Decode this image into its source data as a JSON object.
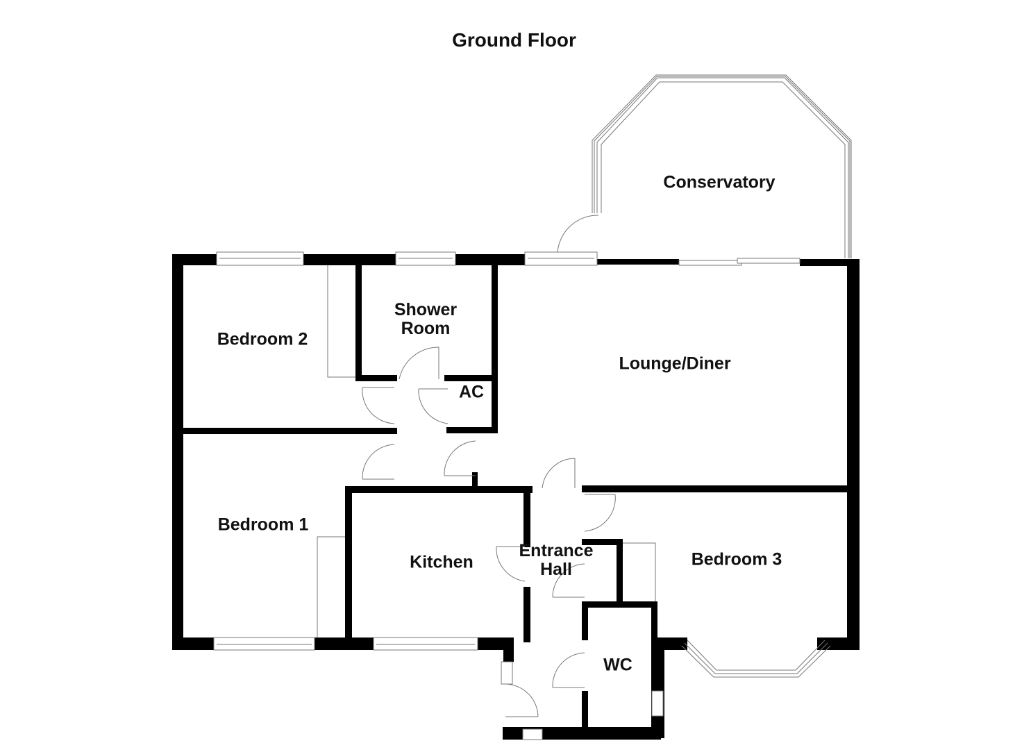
{
  "title": "Ground Floor",
  "rooms": {
    "conservatory": {
      "line1": "Conservatory"
    },
    "shower_room": {
      "line1": "Shower",
      "line2": "Room"
    },
    "bedroom2": {
      "line1": "Bedroom 2"
    },
    "lounge_diner": {
      "line1": "Lounge/Diner"
    },
    "ac": {
      "line1": "AC"
    },
    "bedroom1": {
      "line1": "Bedroom 1"
    },
    "kitchen": {
      "line1": "Kitchen"
    },
    "entrance_hall": {
      "line1": "Entrance",
      "line2": "Hall"
    },
    "bedroom3": {
      "line1": "Bedroom 3"
    },
    "wc": {
      "line1": "WC"
    }
  },
  "colors": {
    "wall": "#000000",
    "window": "#777777",
    "background": "#ffffff"
  }
}
